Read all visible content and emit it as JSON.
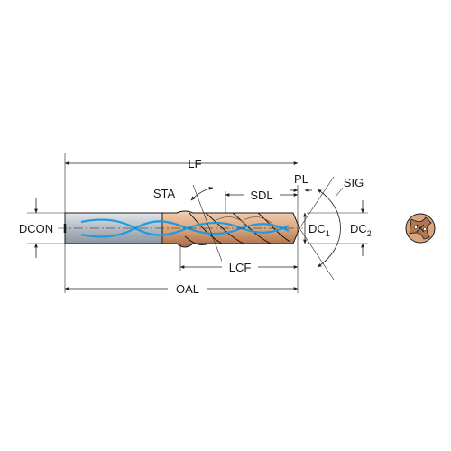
{
  "labels": {
    "lf": "LF",
    "pl": "PL",
    "sig": "SIG",
    "sta": "STA",
    "sdl": "SDL",
    "dcon": "DCON",
    "dc1_base": "DC",
    "dc1_sub": "1",
    "dc2_base": "DC",
    "dc2_sub": "2",
    "lcf": "LCF",
    "oal": "OAL"
  },
  "colors": {
    "shank": "#b7bec7",
    "shank_dark": "#8e96a0",
    "body": "#d9a47e",
    "body_dark": "#a86a45",
    "coolant": "#1e9be0",
    "line": "#1a1a1a"
  },
  "icons": {
    "end_view": "drill-end-view-icon",
    "arrow": "dimension-arrow-icon"
  }
}
